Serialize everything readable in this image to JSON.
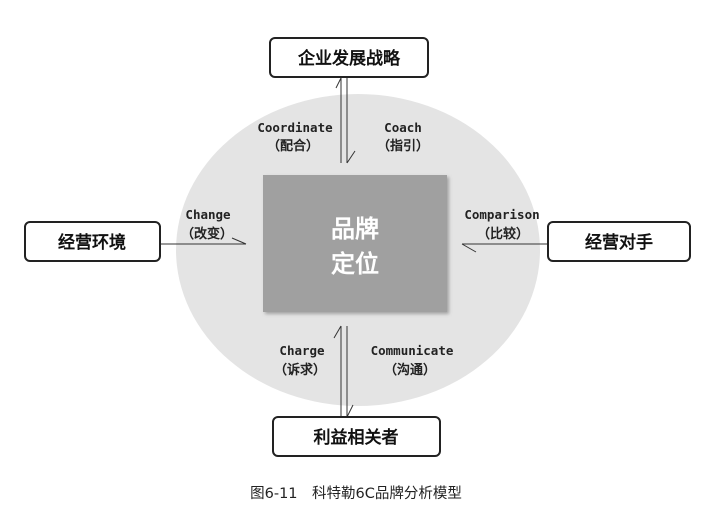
{
  "center": {
    "line1": "品牌",
    "line2": "定位"
  },
  "nodes": {
    "top": "企业发展战略",
    "left": "经营环境",
    "right": "经营对手",
    "bottom": "利益相关者"
  },
  "labels": {
    "coordinate": {
      "en": "Coordinate",
      "cn": "（配合）"
    },
    "coach": {
      "en": "Coach",
      "cn": "（指引）"
    },
    "change": {
      "en": "Change",
      "cn": "（改变）"
    },
    "comparison": {
      "en": "Comparison",
      "cn": "（比较）"
    },
    "charge": {
      "en": "Charge",
      "cn": "（诉求）"
    },
    "communicate": {
      "en": "Communicate",
      "cn": "（沟通）"
    }
  },
  "caption": "图6-11　科特勒6C品牌分析模型",
  "colors": {
    "ellipse": "#e4e4e4",
    "center_box": "#a0a0a0",
    "line": "#333333"
  }
}
